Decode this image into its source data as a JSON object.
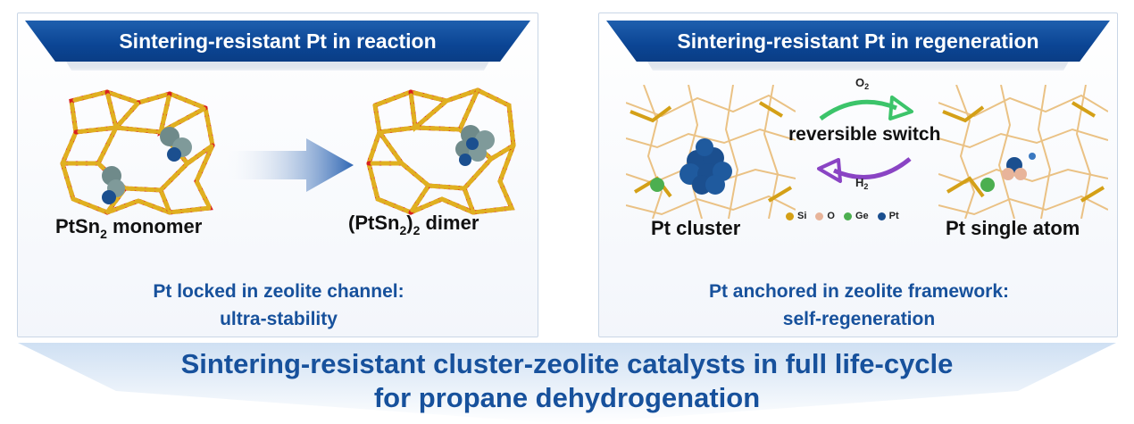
{
  "left_panel": {
    "title": "Sintering-resistant Pt in reaction",
    "monomer_label_main": "PtSn",
    "monomer_label_sub": "2",
    "monomer_label_tail": " monomer",
    "dimer_label_a": "(PtSn",
    "dimer_label_sub1": "2",
    "dimer_label_b": ")",
    "dimer_label_sub2": "2",
    "dimer_label_tail": " dimer",
    "summary_line1": "Pt locked in zeolite channel:",
    "summary_line2": "ultra-stability"
  },
  "right_panel": {
    "title": "Sintering-resistant Pt in regeneration",
    "o2_label_main": "O",
    "o2_label_sub": "2",
    "switch_label": "reversible switch",
    "h2_label_main": "H",
    "h2_label_sub": "2",
    "cluster_label": "Pt cluster",
    "single_atom_label": "Pt single atom",
    "legend": [
      {
        "label": "Si",
        "color": "#d4a017"
      },
      {
        "label": "O",
        "color": "#e8b49a"
      },
      {
        "label": "Ge",
        "color": "#4caf50"
      },
      {
        "label": "Pt",
        "color": "#1b4f8f"
      }
    ],
    "summary_line1": "Pt anchored in zeolite framework:",
    "summary_line2": "self-regeneration"
  },
  "bottom": {
    "line1": "Sintering-resistant cluster-zeolite catalysts in full life-cycle",
    "line2": "for propane dehydrogenation"
  },
  "colors": {
    "banner": "#0b4594",
    "summary_text": "#17519c",
    "zeolite_red": "#d92020",
    "zeolite_yellow": "#e0b020",
    "o2_arrow": "#3cc46a",
    "h2_arrow": "#8a44c4",
    "pt_atom": "#1b4f8f",
    "sn_atom": "#6f8a8a"
  }
}
